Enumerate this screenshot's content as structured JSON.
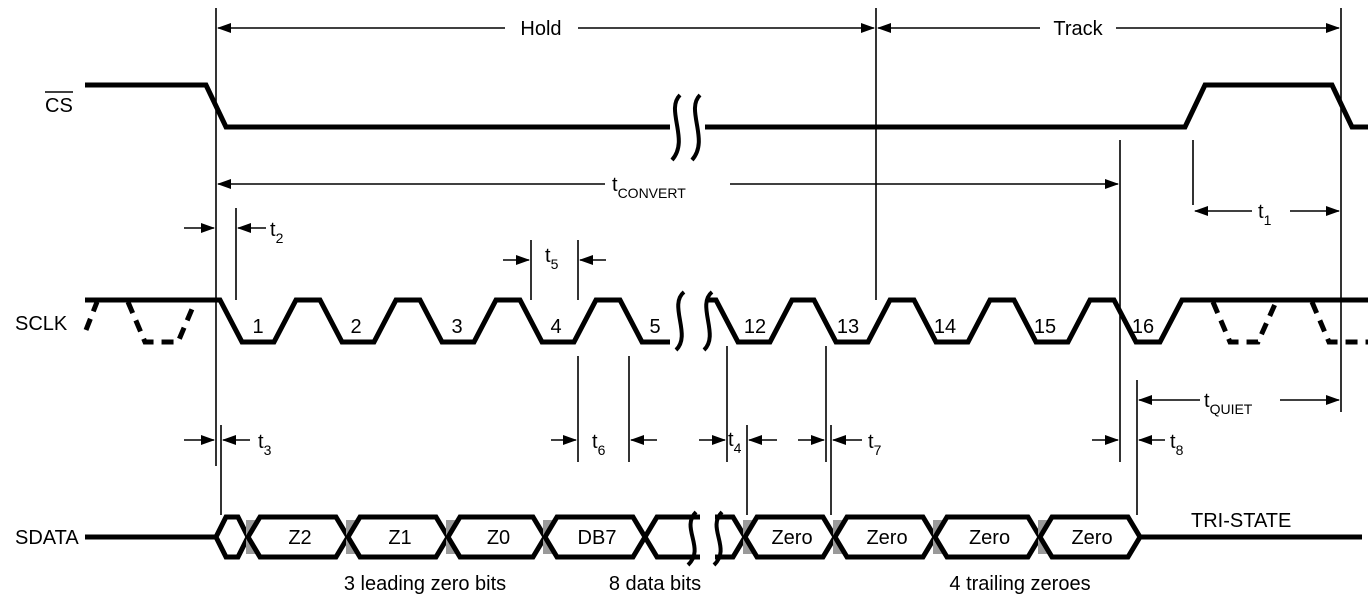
{
  "signals": {
    "cs": "CS",
    "sclk": "SCLK",
    "sdata": "SDATA"
  },
  "phases": {
    "hold": "Hold",
    "track": "Track"
  },
  "timing": {
    "t1": {
      "main": "t",
      "sub": "1"
    },
    "t2": {
      "main": "t",
      "sub": "2"
    },
    "t3": {
      "main": "t",
      "sub": "3"
    },
    "t4": {
      "main": "t",
      "sub": "4"
    },
    "t5": {
      "main": "t",
      "sub": "5"
    },
    "t6": {
      "main": "t",
      "sub": "6"
    },
    "t7": {
      "main": "t",
      "sub": "7"
    },
    "t8": {
      "main": "t",
      "sub": "8"
    },
    "tconvert": {
      "main": "t",
      "sub": "CONVERT"
    },
    "tquiet": {
      "main": "t",
      "sub": "QUIET"
    }
  },
  "clock_numbers": [
    "1",
    "2",
    "3",
    "4",
    "5",
    "12",
    "13",
    "14",
    "15",
    "16"
  ],
  "data_cells": [
    "Z2",
    "Z1",
    "Z0",
    "DB7",
    "Zero",
    "Zero",
    "Zero",
    "Zero"
  ],
  "tri_state": "TRI-STATE",
  "groups": {
    "leading": "3 leading zero bits",
    "data": "8 data bits",
    "trailing": "4 trailing zeroes"
  }
}
